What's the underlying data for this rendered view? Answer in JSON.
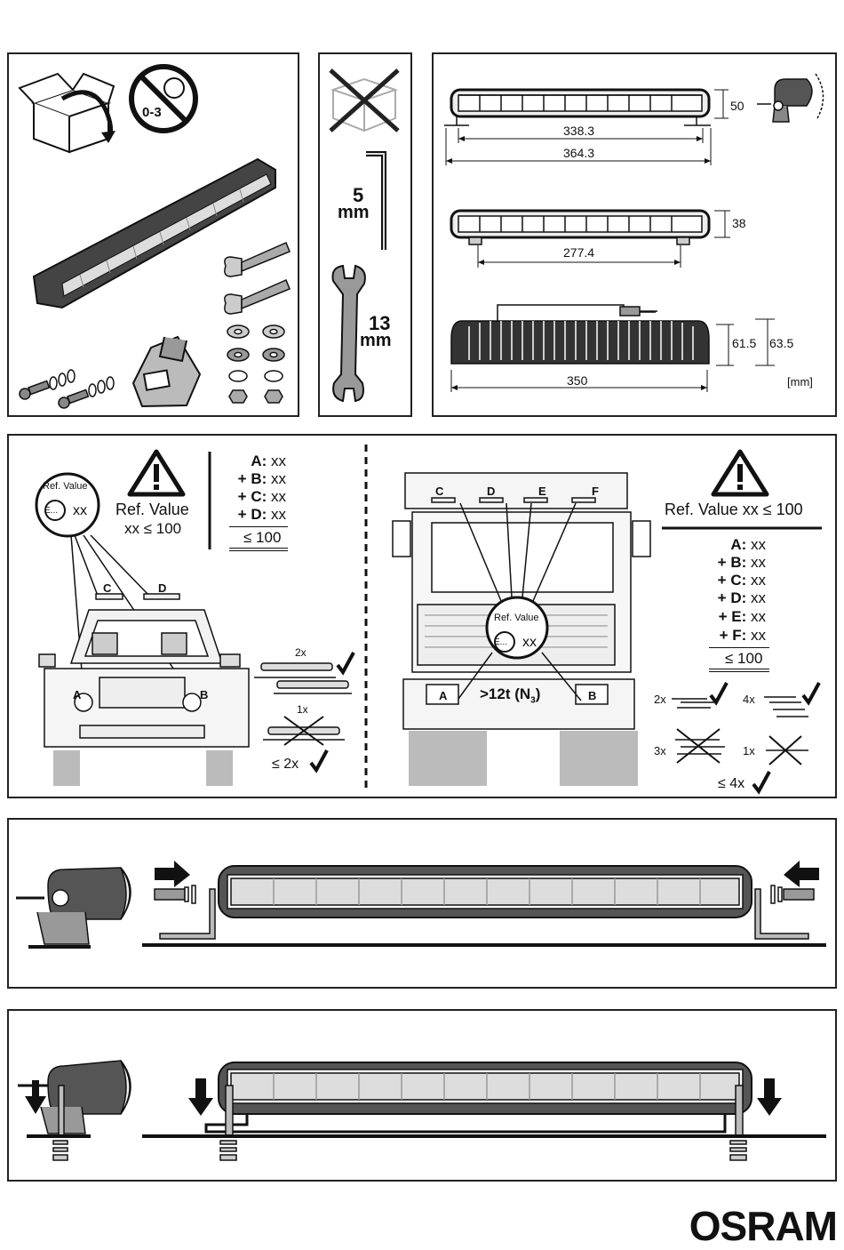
{
  "panel1": {
    "age_label": "0-3"
  },
  "panel2": {
    "hex_key_size": "5",
    "hex_key_unit": "mm",
    "wrench_size": "13",
    "wrench_unit": "mm"
  },
  "dimensions": {
    "d1": "338.3",
    "d2": "364.3",
    "d3": "50",
    "d4": "38",
    "d5": "277.4",
    "d6": "61.5",
    "d7": "63.5",
    "d8": "350",
    "unit": "[mm]"
  },
  "car": {
    "ref_value_title": "Ref. Value",
    "mark_symbol": "E...",
    "mark_xx": "xx",
    "ref_label": "Ref. Value",
    "ref_limit": "xx ≤ 100",
    "sum_rows": [
      {
        "prefix": "",
        "letter": "A:",
        "value": "xx"
      },
      {
        "prefix": "+ ",
        "letter": "B:",
        "value": "xx"
      },
      {
        "prefix": "+ ",
        "letter": "C:",
        "value": "xx"
      },
      {
        "prefix": "+ ",
        "letter": "D:",
        "value": "xx"
      }
    ],
    "sum_total": "≤ 100",
    "letters": {
      "a": "A",
      "b": "B",
      "c": "C",
      "d": "D"
    },
    "count_ok": "2x",
    "count_bad": "1x",
    "max_count": "≤ 2x"
  },
  "truck": {
    "ref_label": "Ref. Value xx ≤ 100",
    "ref_value_title": "Ref. Value",
    "mark_symbol": "E...",
    "mark_xx": "xx",
    "sum_rows": [
      {
        "prefix": "",
        "letter": "A:",
        "value": "xx"
      },
      {
        "prefix": "+ ",
        "letter": "B:",
        "value": "xx"
      },
      {
        "prefix": "+ ",
        "letter": "C:",
        "value": "xx"
      },
      {
        "prefix": "+ ",
        "letter": "D:",
        "value": "xx"
      },
      {
        "prefix": "+ ",
        "letter": "E:",
        "value": "xx"
      },
      {
        "prefix": "+ ",
        "letter": "F:",
        "value": "xx"
      }
    ],
    "sum_total": "≤ 100",
    "weight_class": ">12t (N",
    "weight_sub": "3",
    "weight_close": ")",
    "letters": {
      "a": "A",
      "b": "B",
      "c": "C",
      "d": "D",
      "e": "E",
      "f": "F"
    },
    "count_2x": "2x",
    "count_4x": "4x",
    "count_3x": "3x",
    "count_1x": "1x",
    "max_count": "≤ 4x"
  },
  "brand": "OSRAM"
}
